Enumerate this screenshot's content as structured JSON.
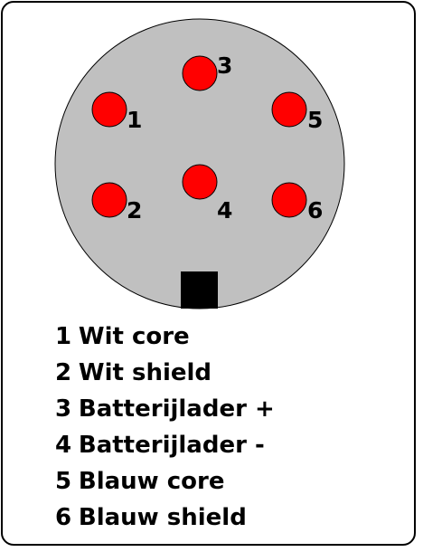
{
  "colors": {
    "housing": "#c0c0c0",
    "pin": "#ff0000",
    "key": "#000000",
    "outline": "#000000"
  },
  "pins": [
    {
      "number": "1"
    },
    {
      "number": "2"
    },
    {
      "number": "3"
    },
    {
      "number": "4"
    },
    {
      "number": "5"
    },
    {
      "number": "6"
    }
  ],
  "legend": [
    {
      "number": "1",
      "label": "Wit core"
    },
    {
      "number": "2",
      "label": "Wit shield"
    },
    {
      "number": "3",
      "label": "Batterijlader +"
    },
    {
      "number": "4",
      "label": "Batterijlader -"
    },
    {
      "number": "5",
      "label": "Blauw core"
    },
    {
      "number": "6",
      "label": "Blauw shield"
    }
  ]
}
